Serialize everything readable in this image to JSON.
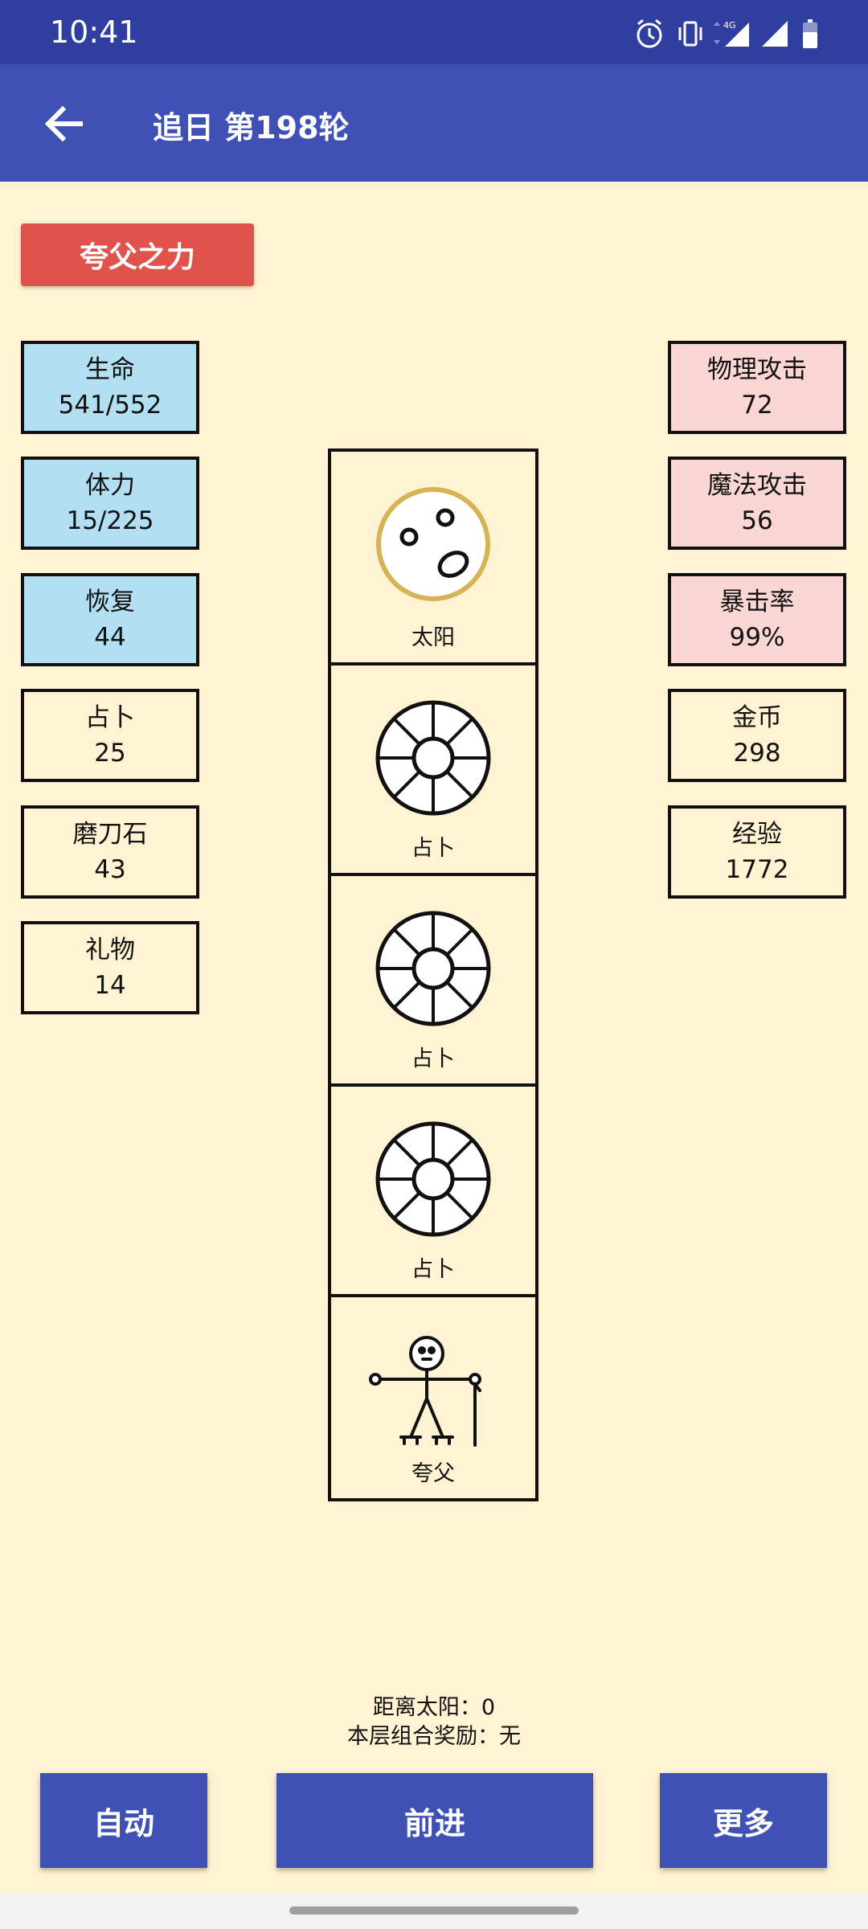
{
  "status_bar": {
    "time": "10:41",
    "icons": [
      "alarm-icon",
      "vibrate-icon",
      "4g-icon",
      "signal-icon",
      "signal-icon",
      "battery-icon"
    ],
    "network_label": "4G"
  },
  "app_bar": {
    "back_icon": "back-arrow-icon",
    "title": "追日 第198轮",
    "color": "#3f51b5"
  },
  "power_button": {
    "label": "夸父之力",
    "color": "#e0534d"
  },
  "left_stats": [
    {
      "label": "生命",
      "value": "541/552",
      "color": "#b3dff2"
    },
    {
      "label": "体力",
      "value": "15/225",
      "color": "#b3dff2"
    },
    {
      "label": "恢复",
      "value": "44",
      "color": "#b3dff2"
    },
    {
      "label": "占卜",
      "value": "25"
    },
    {
      "label": "磨刀石",
      "value": "43"
    },
    {
      "label": "礼物",
      "value": "14"
    }
  ],
  "right_stats": [
    {
      "label": "物理攻击",
      "value": "72",
      "color": "#fad6d4"
    },
    {
      "label": "魔法攻击",
      "value": "56",
      "color": "#fad6d4"
    },
    {
      "label": "暴击率",
      "value": "99%",
      "color": "#fad6d4"
    },
    {
      "label": "金币",
      "value": "298"
    },
    {
      "label": "经验",
      "value": "1772"
    }
  ],
  "board": [
    {
      "label": "太阳",
      "icon": "sun-icon"
    },
    {
      "label": "占卜",
      "icon": "divination-wheel-icon"
    },
    {
      "label": "占卜",
      "icon": "divination-wheel-icon"
    },
    {
      "label": "占卜",
      "icon": "divination-wheel-icon"
    },
    {
      "label": "夸父",
      "icon": "kuafu-figure-icon"
    }
  ],
  "info": {
    "distance": "距离太阳：0",
    "combo_reward": "本层组合奖励：无"
  },
  "buttons": {
    "auto": "自动",
    "forward": "前进",
    "more": "更多"
  }
}
